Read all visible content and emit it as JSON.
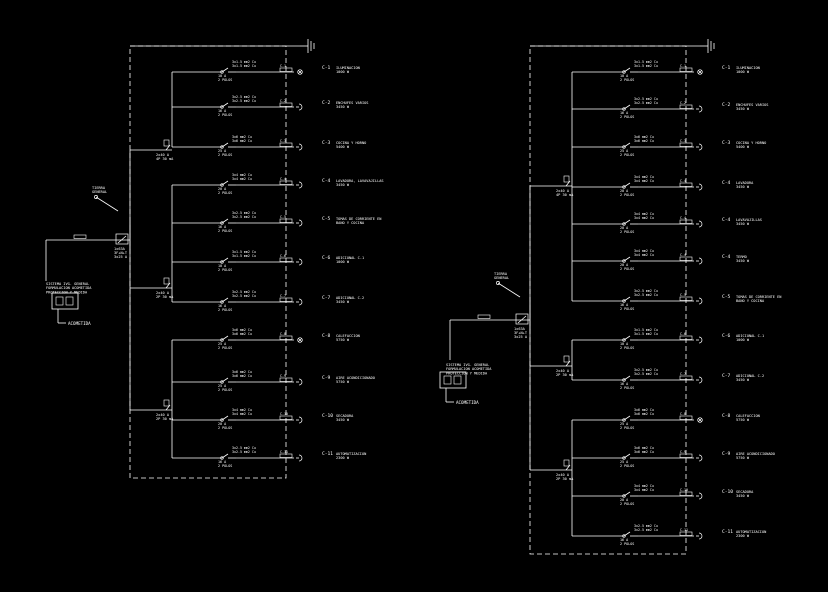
{
  "colors": {
    "background": "#000000",
    "line": "#ffffff",
    "text": "#ffffff"
  },
  "left_board": {
    "ground_icon": "ground-symbol-icon",
    "incoming_label": [
      "TIERRA",
      "GENERAL"
    ],
    "meter_block_label": [
      "SISTEMA IVG. GENERAL",
      "FORMULACION ACOMETIDA",
      "PROTECCION Y MEDIDA"
    ],
    "main_breaker_label": [
      "1x63A",
      "3F+N+T",
      "3x25 A"
    ],
    "supply_label": "ACOMETIDA",
    "groups": [
      {
        "diff_label": [
          "2x40 A",
          "4P 30 mA"
        ],
        "circuits": [
          {
            "cable": "3x1.5 mm2 Cu",
            "breaker": [
              "10 A",
              "2 POLOS"
            ],
            "code": "C-1",
            "name": [
              "ILUMINACION",
              "1000 W"
            ]
          },
          {
            "cable": "3x2.5 mm2 Cu",
            "breaker": [
              "16 A",
              "2 POLOS"
            ],
            "code": "C-2",
            "name": [
              "ENCHUFES VARIOS",
              "3450 W"
            ]
          },
          {
            "cable": "3x6 mm2 Cu",
            "breaker": [
              "25 A",
              "2 POLOS"
            ],
            "code": "C-3",
            "name": [
              "COCINA Y HORNO",
              "5400 W"
            ]
          }
        ]
      },
      {
        "diff_label": [
          "2x40 A",
          "2P 30 mA"
        ],
        "circuits": [
          {
            "cable": "3x4 mm2 Cu",
            "breaker": [
              "20 A",
              "2 POLOS"
            ],
            "code": "C-4",
            "name": [
              "LAVADORA, LAVAVAJILLAS",
              "3450 W"
            ]
          },
          {
            "cable": "3x2.5 mm2 Cu",
            "breaker": [
              "16 A",
              "2 POLOS"
            ],
            "code": "C-5",
            "name": [
              "TOMAS DE CORRIENTE EN",
              "BANO Y COCINA"
            ]
          },
          {
            "cable": "3x1.5 mm2 Cu",
            "breaker": [
              "10 A",
              "2 POLOS"
            ],
            "code": "C-6",
            "name": [
              "ADICIONAL C-1",
              "1000 W"
            ]
          },
          {
            "cable": "3x2.5 mm2 Cu",
            "breaker": [
              "16 A",
              "2 POLOS"
            ],
            "code": "C-7",
            "name": [
              "ADICIONAL C-2",
              "3450 W"
            ]
          }
        ]
      },
      {
        "diff_label": [
          "2x40 A",
          "2P 30 mA"
        ],
        "circuits": [
          {
            "cable": "3x6 mm2 Cu",
            "breaker": [
              "25 A",
              "2 POLOS"
            ],
            "code": "C-8",
            "name": [
              "CALEFACCION",
              "5750 W"
            ]
          },
          {
            "cable": "3x6 mm2 Cu",
            "breaker": [
              "25 A",
              "2 POLOS"
            ],
            "code": "C-9",
            "name": [
              "AIRE ACONDICIONADO",
              "5750 W"
            ]
          },
          {
            "cable": "3x4 mm2 Cu",
            "breaker": [
              "20 A",
              "2 POLOS"
            ],
            "code": "C-10",
            "name": [
              "SECADORA",
              "3450 W"
            ]
          },
          {
            "cable": "3x2.5 mm2 Cu",
            "breaker": [
              "16 A",
              "2 POLOS"
            ],
            "code": "C-11",
            "name": [
              "AUTOMATIZACION",
              "2300 W"
            ]
          }
        ]
      }
    ]
  },
  "right_board": {
    "ground_icon": "ground-symbol-icon",
    "incoming_label": [
      "TIERRA",
      "GENERAL"
    ],
    "meter_block_label": [
      "SISTEMA IVG. GENERAL",
      "FORMULACION ACOMETIDA",
      "PROTECCION Y MEDIDA"
    ],
    "main_breaker_label": [
      "1x63A",
      "3F+N+T",
      "3x25 A"
    ],
    "supply_label": "ACOMETIDA",
    "groups": [
      {
        "diff_label": [
          "2x40 A",
          "4P 30 mA"
        ],
        "circuits": [
          {
            "cable": "3x1.5 mm2 Cu",
            "breaker": [
              "10 A",
              "2 POLOS"
            ],
            "code": "C-1",
            "name": [
              "ILUMINACION",
              "1000 W"
            ]
          },
          {
            "cable": "3x2.5 mm2 Cu",
            "breaker": [
              "16 A",
              "2 POLOS"
            ],
            "code": "C-2",
            "name": [
              "ENCHUFES VARIOS",
              "3450 W"
            ]
          },
          {
            "cable": "3x6 mm2 Cu",
            "breaker": [
              "25 A",
              "2 POLOS"
            ],
            "code": "C-3",
            "name": [
              "COCINA Y HORNO",
              "5400 W"
            ]
          },
          {
            "cable": "3x4 mm2 Cu",
            "breaker": [
              "20 A",
              "2 POLOS"
            ],
            "code": "C-4",
            "name": [
              "LAVADORA",
              "3450 W"
            ]
          },
          {
            "cable": "3x4 mm2 Cu",
            "breaker": [
              "20 A",
              "2 POLOS"
            ],
            "code": "C-4",
            "name": [
              "LAVAVAJILLAS",
              "3450 W"
            ]
          },
          {
            "cable": "3x4 mm2 Cu",
            "breaker": [
              "20 A",
              "2 POLOS"
            ],
            "code": "C-4",
            "name": [
              "TERMO",
              "3450 W"
            ]
          },
          {
            "cable": "3x2.5 mm2 Cu",
            "breaker": [
              "16 A",
              "2 POLOS"
            ],
            "code": "C-5",
            "name": [
              "TOMAS DE CORRIENTE EN",
              "BANO Y COCINA"
            ]
          }
        ]
      },
      {
        "diff_label": [
          "2x40 A",
          "2P 30 mA"
        ],
        "circuits": [
          {
            "cable": "3x1.5 mm2 Cu",
            "breaker": [
              "10 A",
              "2 POLOS"
            ],
            "code": "C-6",
            "name": [
              "ADICIONAL C-1",
              "1000 W"
            ]
          },
          {
            "cable": "3x2.5 mm2 Cu",
            "breaker": [
              "16 A",
              "2 POLOS"
            ],
            "code": "C-7",
            "name": [
              "ADICIONAL C-2",
              "3450 W"
            ]
          }
        ]
      },
      {
        "diff_label": [
          "2x40 A",
          "2P 30 mA"
        ],
        "circuits": [
          {
            "cable": "3x6 mm2 Cu",
            "breaker": [
              "25 A",
              "2 POLOS"
            ],
            "code": "C-8",
            "name": [
              "CALEFACCION",
              "5750 W"
            ]
          },
          {
            "cable": "3x6 mm2 Cu",
            "breaker": [
              "25 A",
              "2 POLOS"
            ],
            "code": "C-9",
            "name": [
              "AIRE ACONDICIONADO",
              "5750 W"
            ]
          },
          {
            "cable": "3x4 mm2 Cu",
            "breaker": [
              "20 A",
              "2 POLOS"
            ],
            "code": "C-10",
            "name": [
              "SECADORA",
              "3450 W"
            ]
          },
          {
            "cable": "3x2.5 mm2 Cu",
            "breaker": [
              "16 A",
              "2 POLOS"
            ],
            "code": "C-11",
            "name": [
              "AUTOMATIZACION",
              "2300 W"
            ]
          }
        ]
      }
    ]
  }
}
